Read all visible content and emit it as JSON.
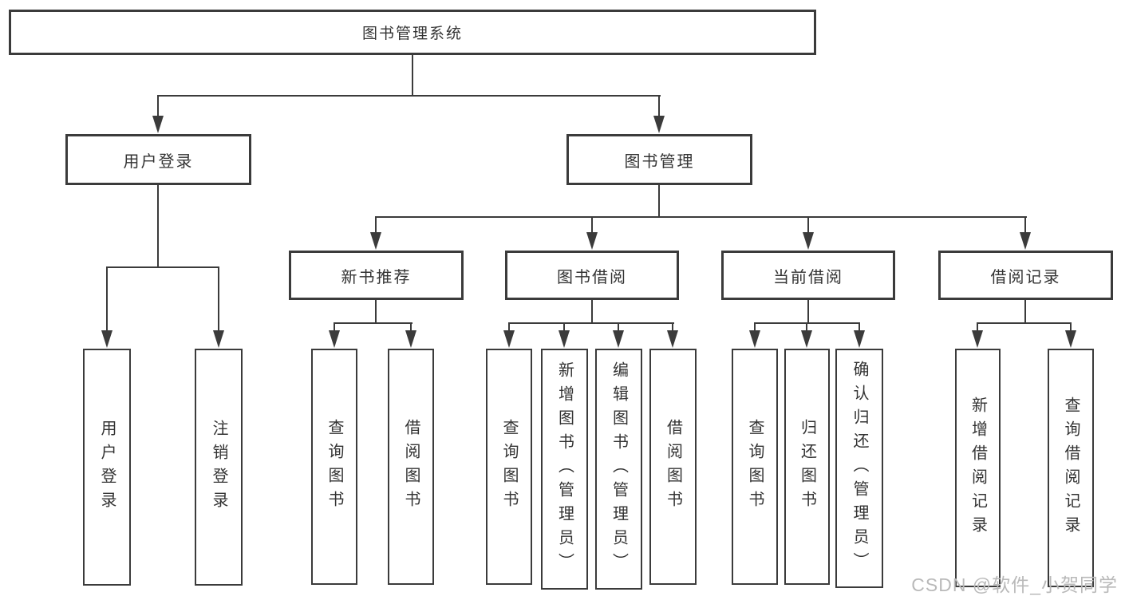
{
  "root_label": "图书管理系统",
  "level2": {
    "login": "用户登录",
    "management": "图书管理"
  },
  "level3": {
    "recommend": "新书推荐",
    "borrow": "图书借阅",
    "current": "当前借阅",
    "records": "借阅记录"
  },
  "leaves": {
    "login": [
      "用户登录",
      "注销登录"
    ],
    "recommend": [
      "查询图书",
      "借阅图书"
    ],
    "borrow": [
      "查询图书",
      "新增图书（管理员）",
      "编辑图书（管理员）",
      "借阅图书"
    ],
    "current": [
      "查询图书",
      "归还图书",
      "确认归还（管理员）"
    ],
    "records": [
      "新增借阅记录",
      "查询借阅记录"
    ]
  },
  "watermark": "CSDN @软件_小贺同学",
  "colors": {
    "line": "#3b3b3b",
    "text": "#333333",
    "watermark": "#b9b9b9",
    "background": "#ffffff"
  }
}
